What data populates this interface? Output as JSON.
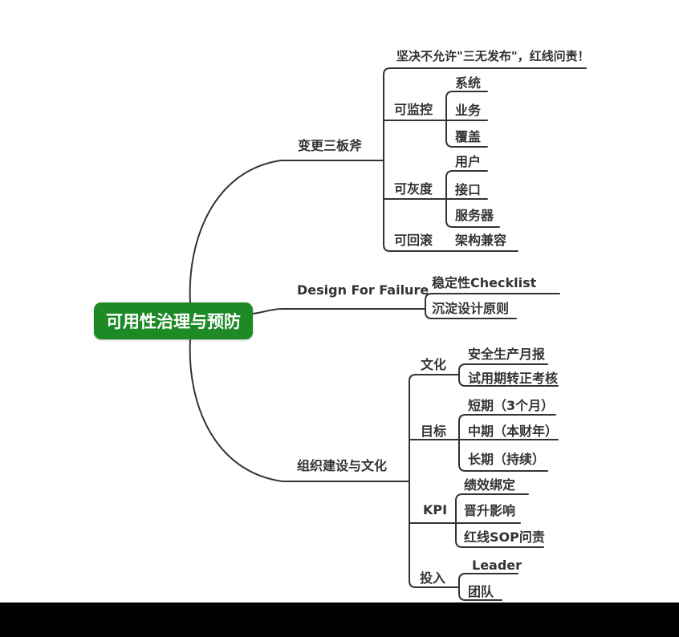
{
  "colors": {
    "root_topic_bg": "#1d8a26",
    "root_topic_text": "#ffffff",
    "connector_line": "#333333",
    "node_text": "#333333",
    "letterbox_bar": "#000000",
    "background": "#ffffff"
  },
  "mindmap": {
    "root": {
      "label": "可用性治理与预防"
    },
    "branches": {
      "change_three_axes": {
        "label": "变更三板斧",
        "note": "坚决不允许\"三无发布\"，红线问责！",
        "children": {
          "monitorable": {
            "label": "可监控",
            "children": {
              "system": "系统",
              "business": "业务",
              "coverage": "覆盖"
            }
          },
          "grayable": {
            "label": "可灰度",
            "children": {
              "users": "用户",
              "interfaces": "接口",
              "servers": "服务器"
            }
          },
          "rollbackable": {
            "label": "可回滚",
            "children": {
              "arch_compat": "架构兼容"
            }
          }
        }
      },
      "design_for_failure": {
        "label": "Design For Failure",
        "children": {
          "stability_checklist": "稳定性Checklist",
          "design_principles": "沉淀设计原则"
        }
      },
      "org_culture": {
        "label": "组织建设与文化",
        "children": {
          "culture": {
            "label": "文化",
            "children": {
              "monthly_report": "安全生产月报",
              "probation_review": "试用期转正考核"
            }
          },
          "goals": {
            "label": "目标",
            "children": {
              "short_term": "短期（3个月）",
              "mid_term": "中期（本财年）",
              "long_term": "长期（持续）"
            }
          },
          "kpi": {
            "label": "KPI",
            "children": {
              "perf_binding": "绩效绑定",
              "promotion_impact": "晋升影响",
              "redline_sop": "红线SOP问责"
            }
          },
          "investment": {
            "label": "投入",
            "children": {
              "leader": "Leader",
              "team": "团队"
            }
          }
        }
      }
    }
  }
}
